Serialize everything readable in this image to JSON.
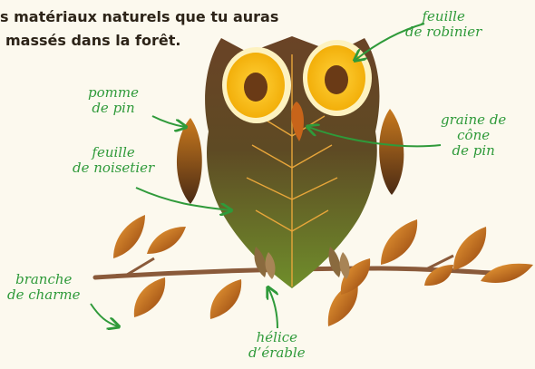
{
  "intro_text": {
    "line1": "s matériaux naturels que tu auras",
    "line2": "massés dans la forêt."
  },
  "labels": {
    "feuille_robinier": [
      "feuille",
      "de robinier"
    ],
    "pomme_pin": [
      "pomme",
      "de pin"
    ],
    "graine_cone": [
      "graine de",
      "cône",
      "de pin"
    ],
    "feuille_noisetier": [
      "feuille",
      "de noisetier"
    ],
    "branche_charme": [
      "branche",
      "de charme"
    ],
    "helice_erable": [
      "hélice",
      "d’érable"
    ]
  },
  "colors": {
    "background": "#fcf9ee",
    "label_green": "#2f9a3a",
    "leaf_green": "#6e8a2a",
    "leaf_brown": "#6a4326",
    "eye_yellow": "#f7b500",
    "branch_brown": "#8a5a3a",
    "leaf_orange": "#d9831c"
  }
}
